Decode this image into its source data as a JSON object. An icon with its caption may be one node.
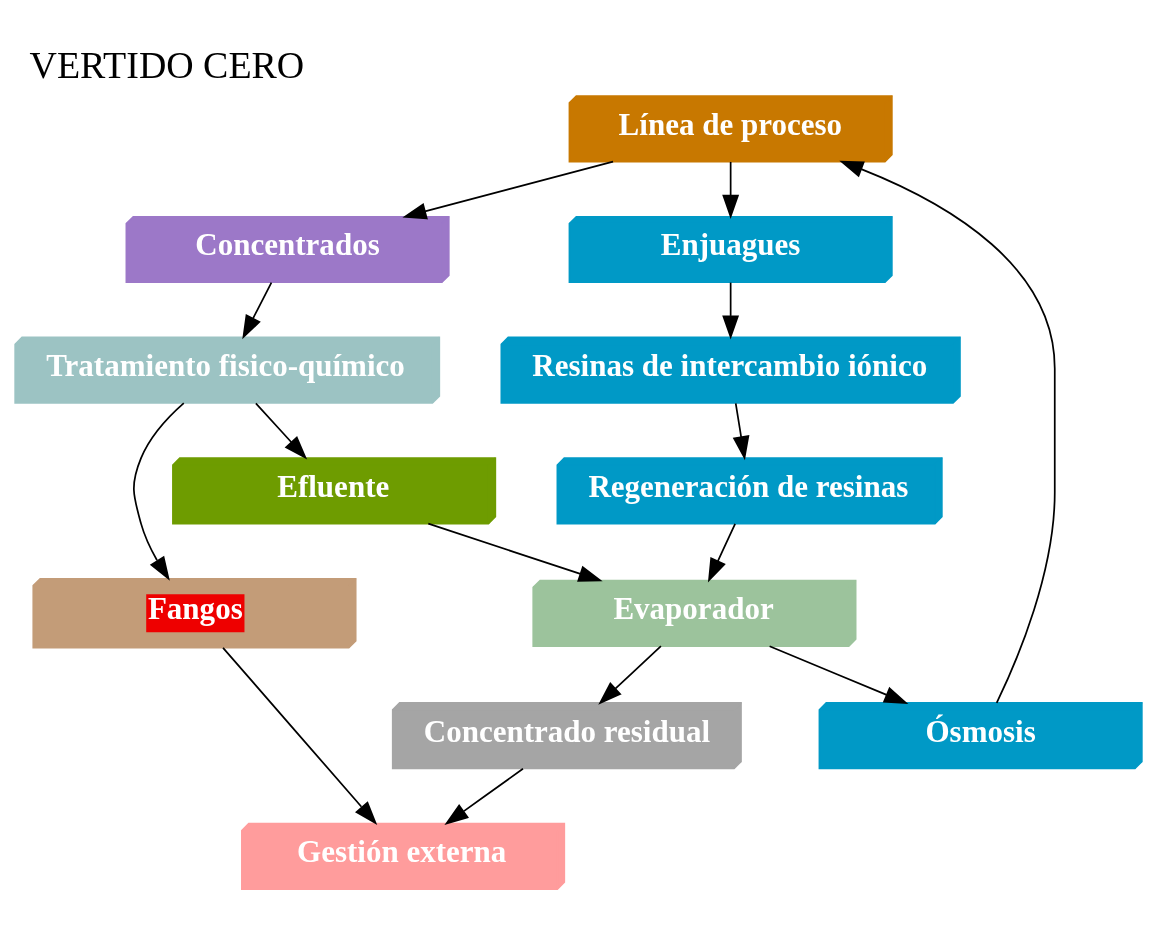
{
  "diagram": {
    "title": "VERTIDO CERO",
    "nodes": [
      {
        "text": [
          "Línea de proceso"
        ]
      },
      {
        "text": [
          "Enjuagues"
        ]
      },
      {
        "text": [
          "Resinas de intercambio iónico"
        ]
      },
      {
        "text": [
          "Regeneración de resinas"
        ]
      },
      {
        "text": [
          "Ósmosis"
        ]
      },
      {
        "text": [
          "Concentrados"
        ]
      },
      {
        "text": [
          "Tratamiento fisico-químico"
        ]
      },
      {
        "text": [
          "Efluente"
        ]
      },
      {
        "text": [
          "Fangos"
        ]
      },
      {
        "text": [
          "Evaporador"
        ]
      },
      {
        "text": [
          "Concentrado residual"
        ]
      },
      {
        "text": [
          "Gestión externa"
        ]
      }
    ],
    "edges": [
      {
        "from": 4,
        "to": 0,
        "arrow": "to"
      },
      {
        "from": 0,
        "to": 1,
        "arrow": "to"
      },
      {
        "from": 0,
        "to": 5,
        "arrow": "to"
      },
      {
        "from": 1,
        "to": 2,
        "arrow": "to"
      },
      {
        "from": 2,
        "to": 3,
        "arrow": "to"
      },
      {
        "from": 5,
        "to": 6,
        "arrow": "to"
      },
      {
        "from": 6,
        "to": 7,
        "arrow": "to"
      },
      {
        "from": 6,
        "to": 8,
        "arrow": "to"
      },
      {
        "from": 3,
        "to": 9,
        "arrow": "to"
      },
      {
        "from": 7,
        "to": 9,
        "arrow": "to"
      },
      {
        "from": 9,
        "to": 4,
        "arrow": "to"
      },
      {
        "from": 9,
        "to": 10,
        "arrow": "to"
      },
      {
        "from": 10,
        "to": 11,
        "arrow": "to"
      },
      {
        "from": 8,
        "to": 11,
        "arrow": "to"
      }
    ]
  }
}
